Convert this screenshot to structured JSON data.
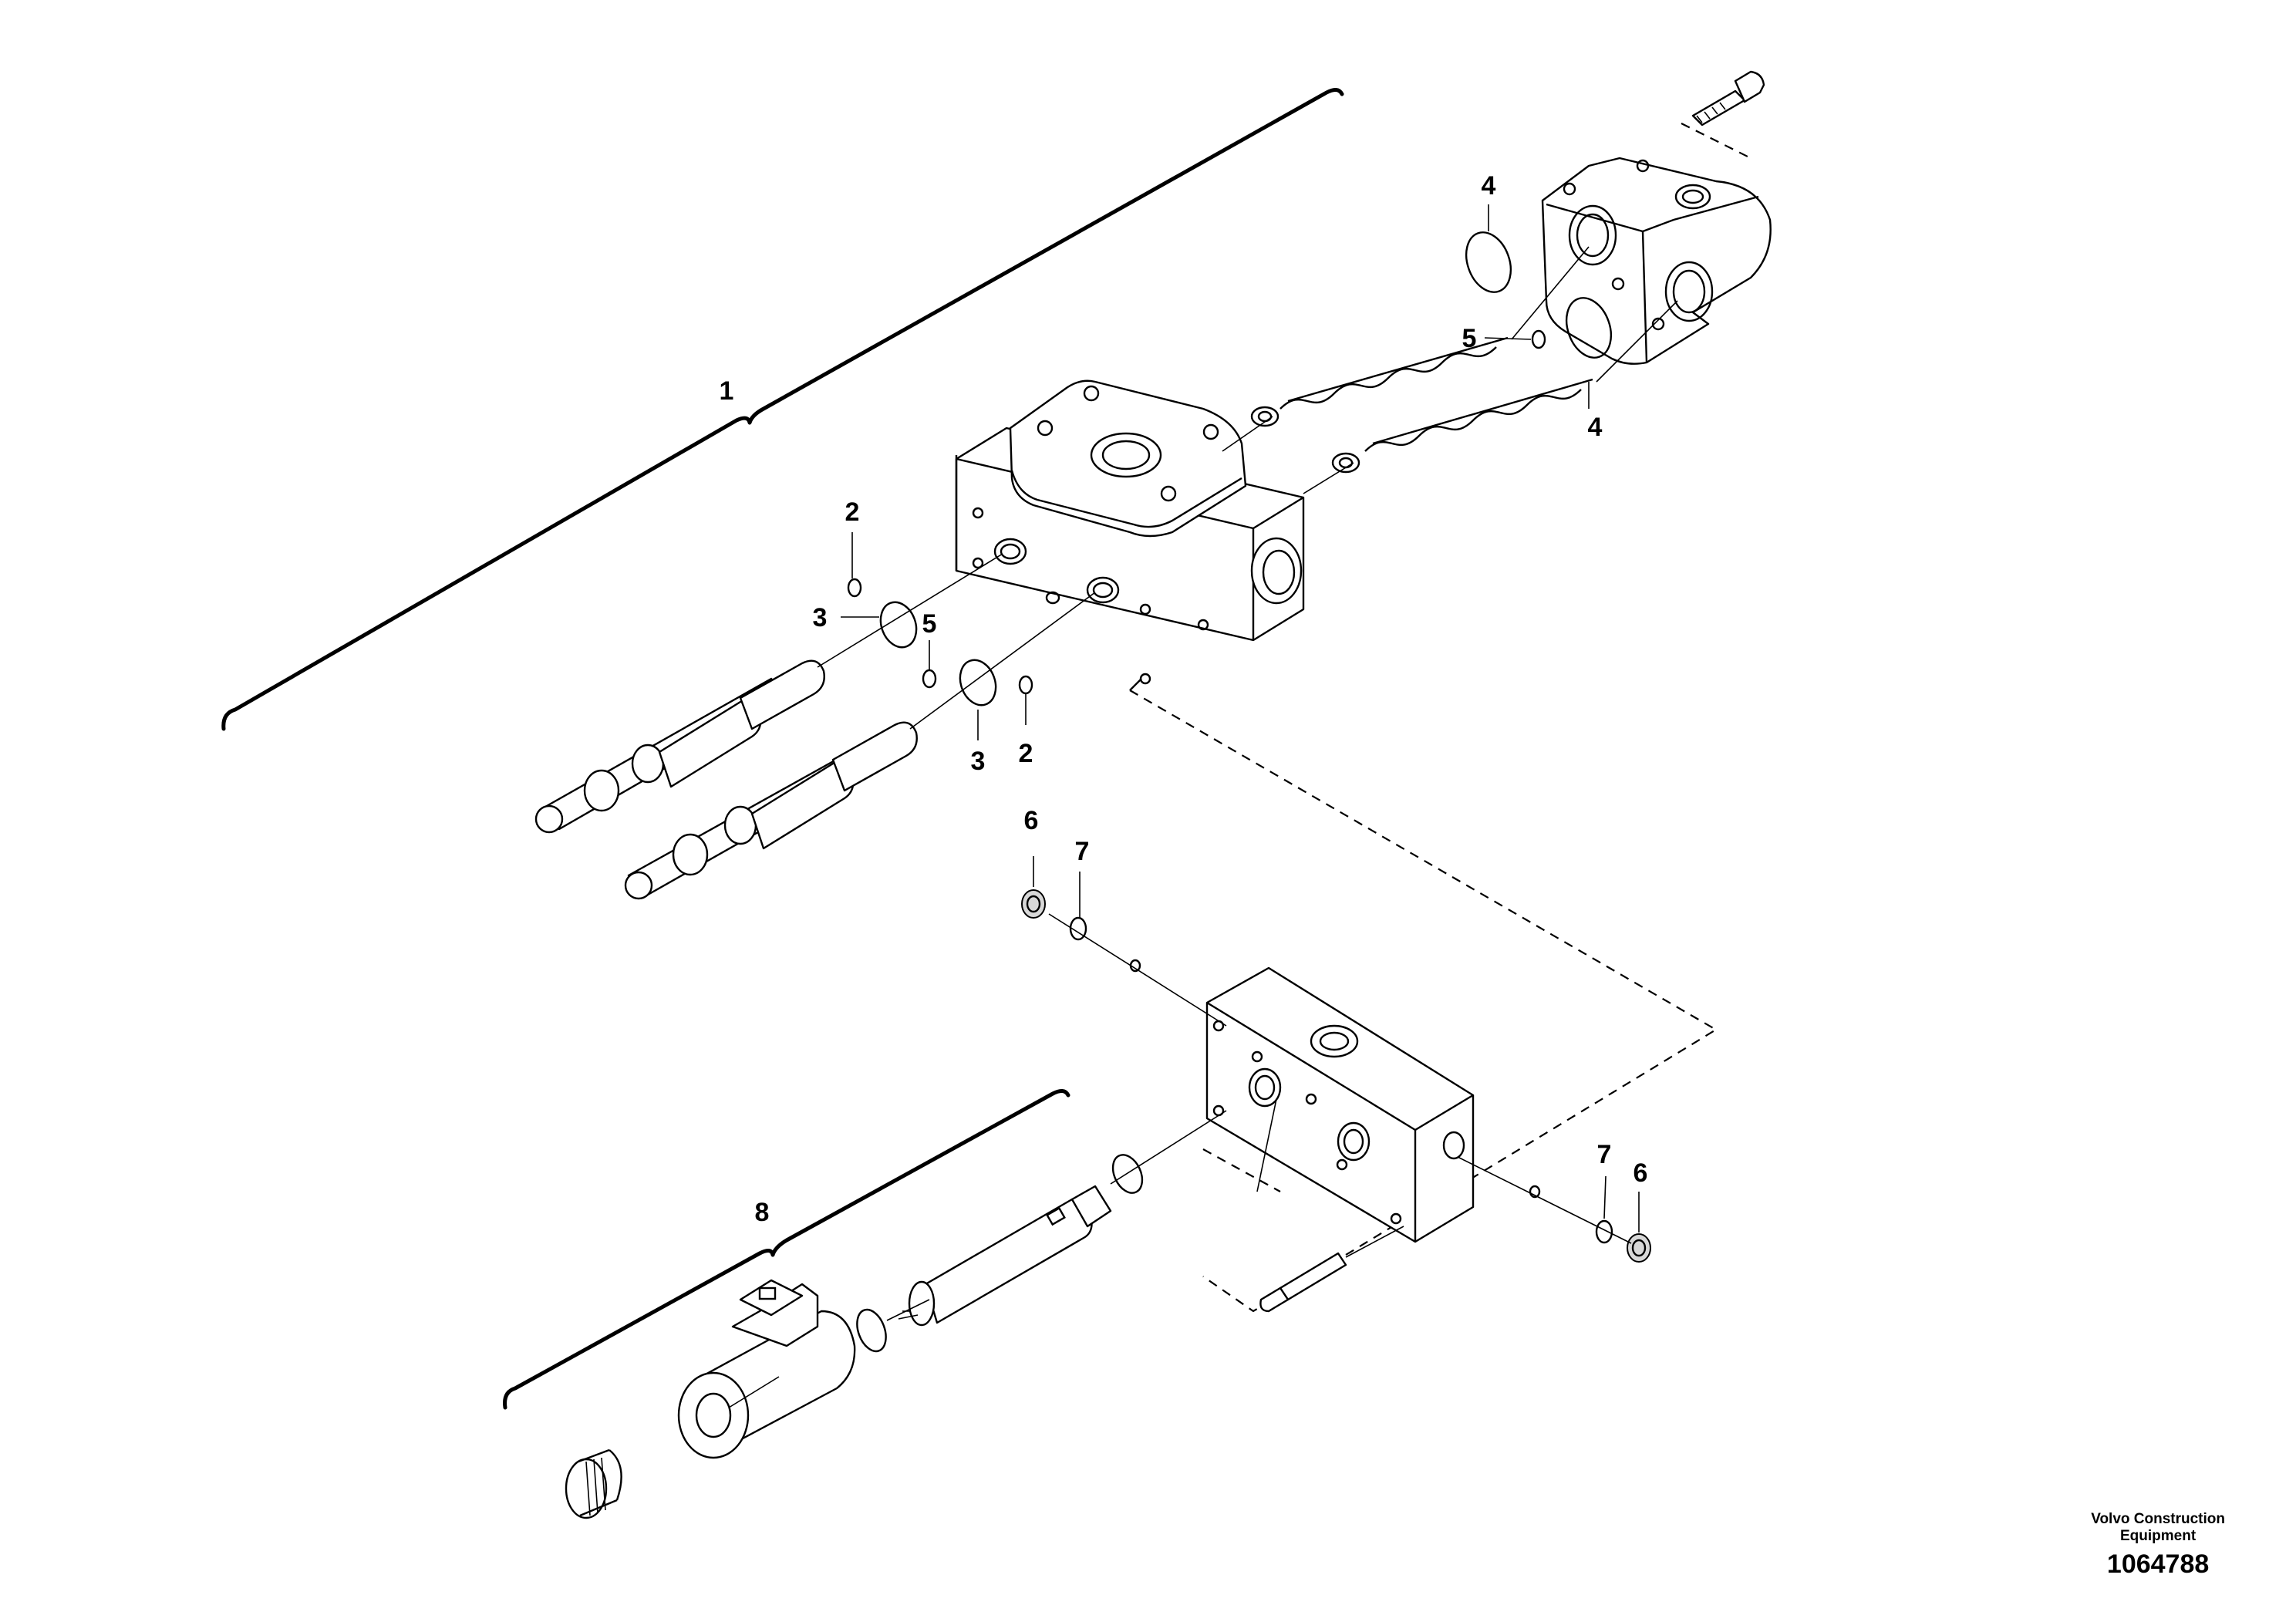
{
  "title": "",
  "callouts": [
    {
      "id": "callout-1",
      "text": "1"
    },
    {
      "id": "callout-2a",
      "text": "2"
    },
    {
      "id": "callout-2b",
      "text": "2"
    },
    {
      "id": "callout-3a",
      "text": "3"
    },
    {
      "id": "callout-3b",
      "text": "3"
    },
    {
      "id": "callout-4a",
      "text": "4"
    },
    {
      "id": "callout-4b",
      "text": "4"
    },
    {
      "id": "callout-5a",
      "text": "5"
    },
    {
      "id": "callout-5b",
      "text": "5"
    },
    {
      "id": "callout-6a",
      "text": "6"
    },
    {
      "id": "callout-6b",
      "text": "6"
    },
    {
      "id": "callout-7a",
      "text": "7"
    },
    {
      "id": "callout-7b",
      "text": "7"
    },
    {
      "id": "callout-8",
      "text": "8"
    }
  ],
  "footer": {
    "brand_line1": "Volvo Construction",
    "brand_line2": "Equipment",
    "doc_number": "1064788"
  }
}
